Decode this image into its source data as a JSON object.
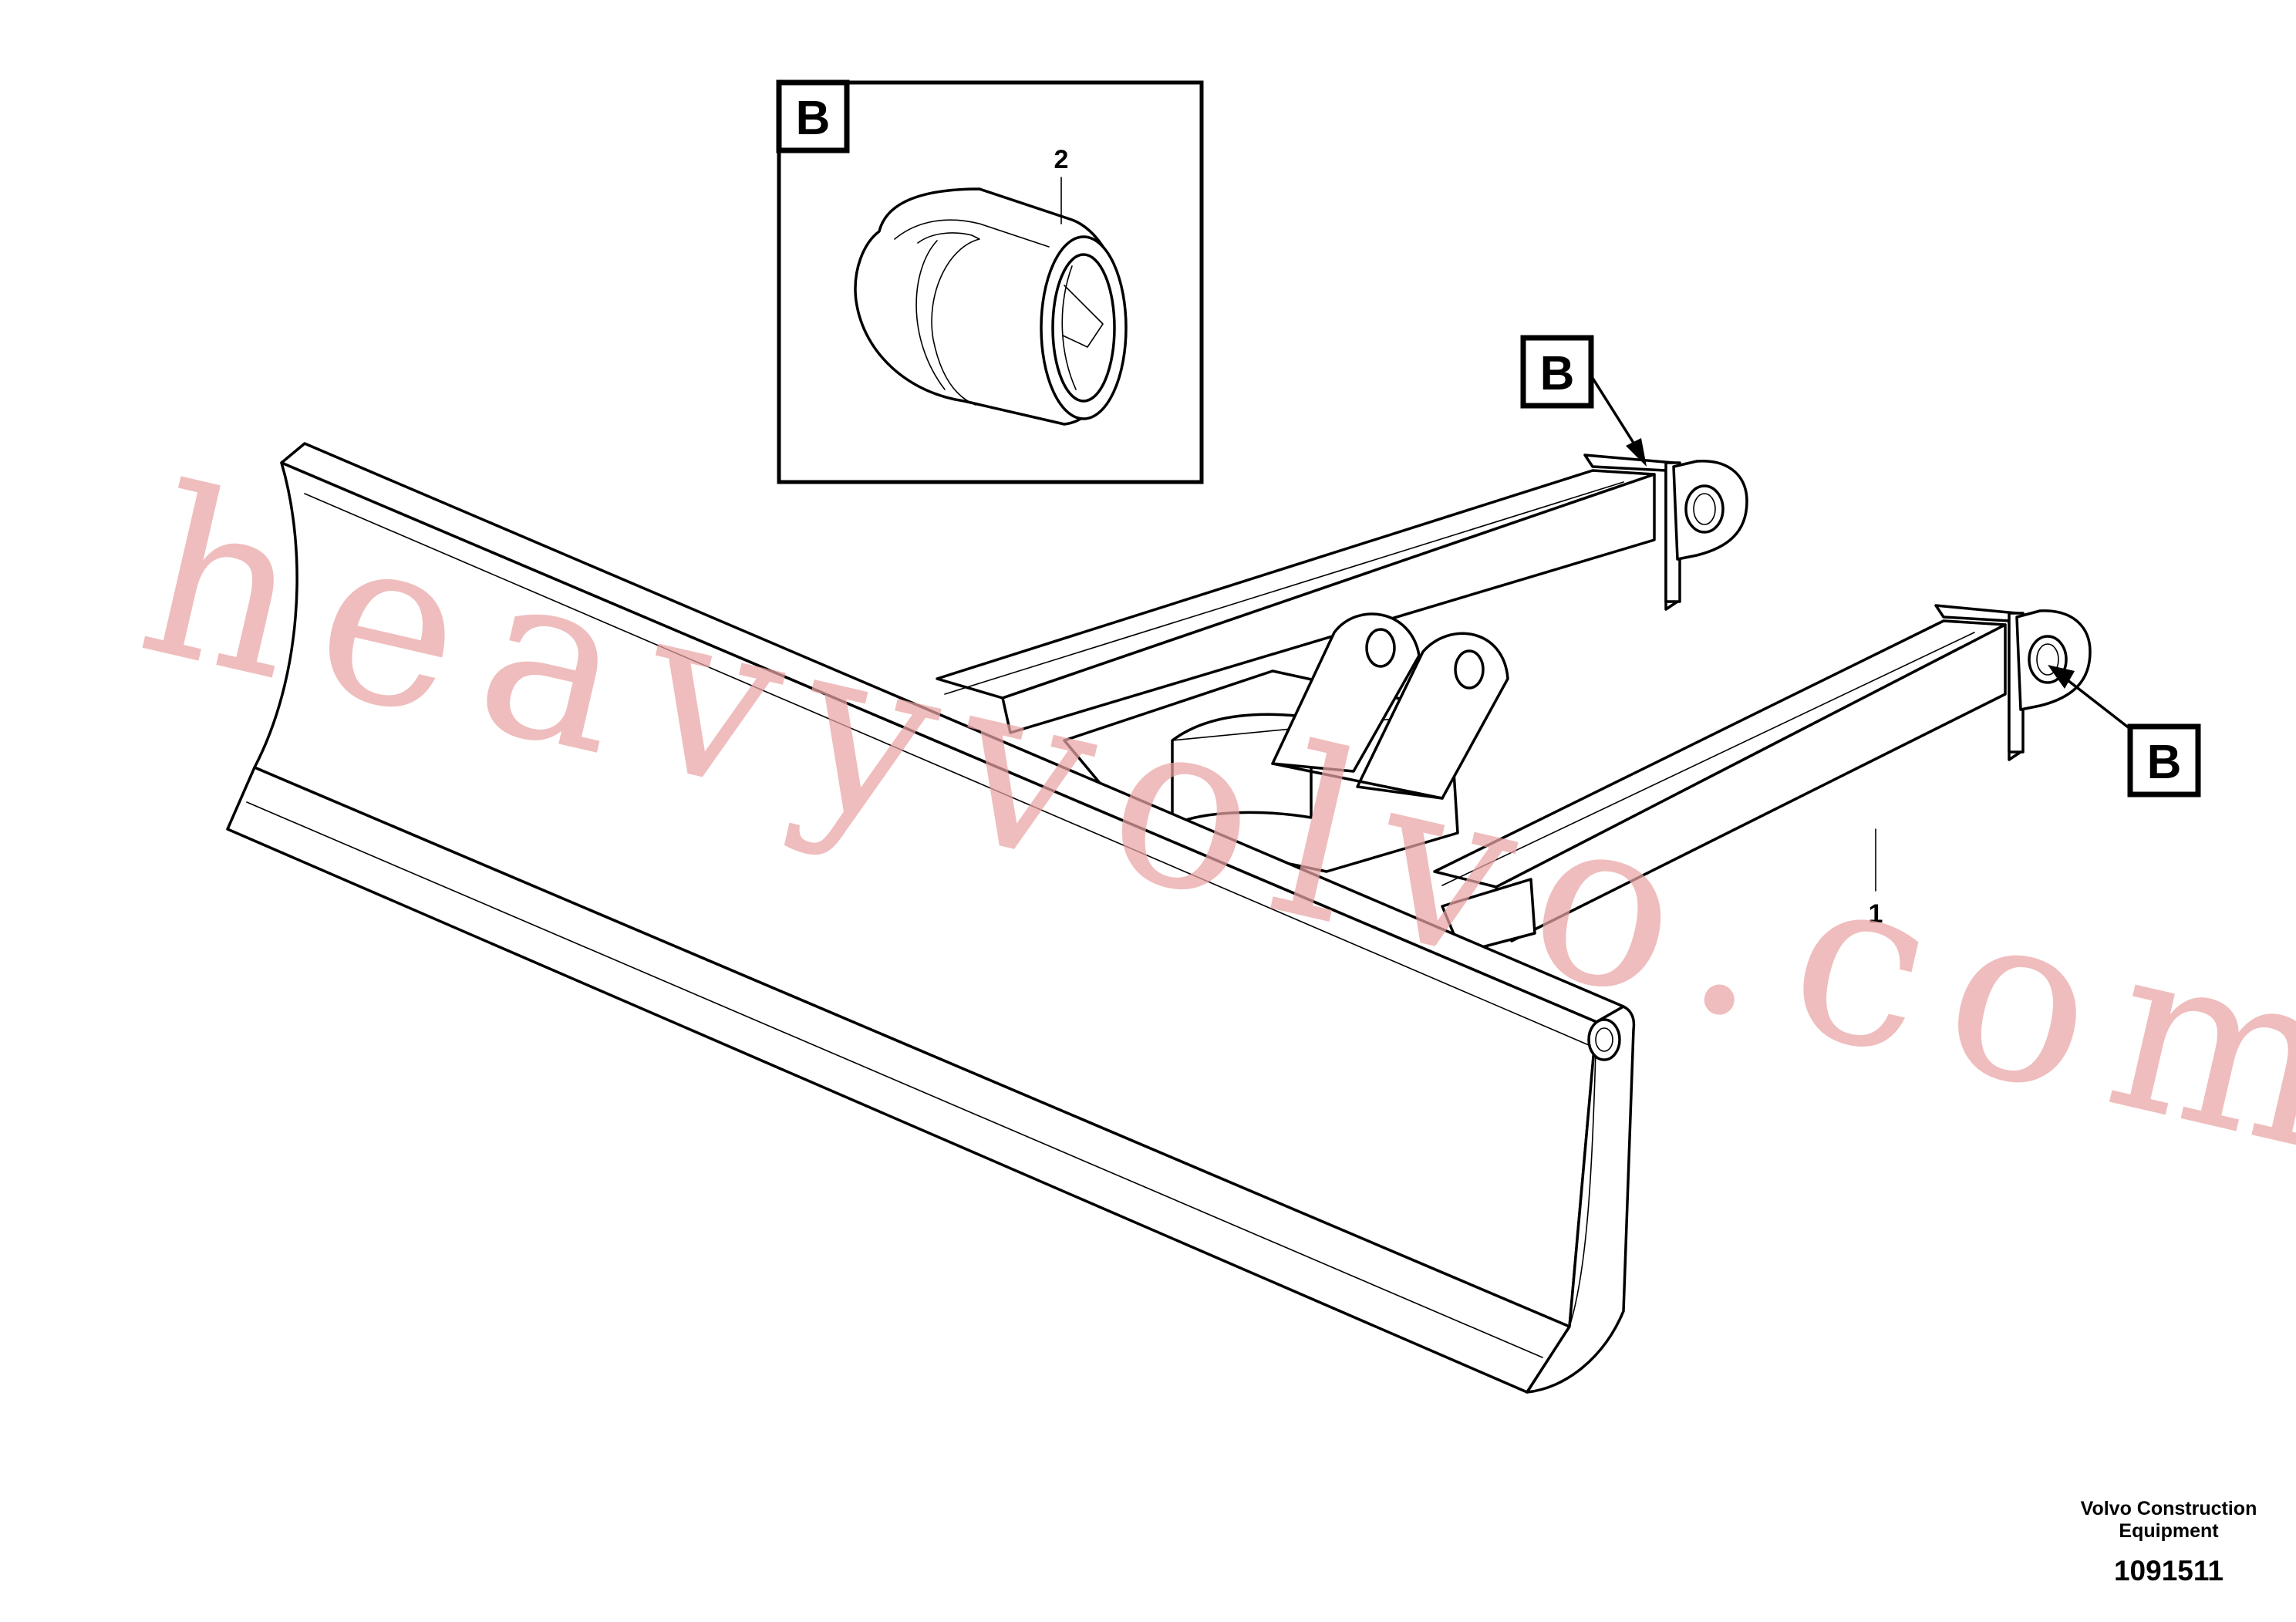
{
  "diagram": {
    "detail_label": "B",
    "callouts": [
      {
        "id": "detail-b",
        "label": "B"
      },
      {
        "id": "upper-arm-b",
        "label": "B"
      },
      {
        "id": "lower-arm-b",
        "label": "B"
      }
    ],
    "items": [
      {
        "id": "1",
        "label": "1"
      },
      {
        "id": "2",
        "label": "2"
      }
    ]
  },
  "watermark": "heavyvolvo.com",
  "footer": {
    "company": "Volvo Construction Equipment",
    "drawing_number": "1091511"
  },
  "colors": {
    "line": "#000000",
    "watermark": "#e9a3a3",
    "background": "#ffffff"
  }
}
